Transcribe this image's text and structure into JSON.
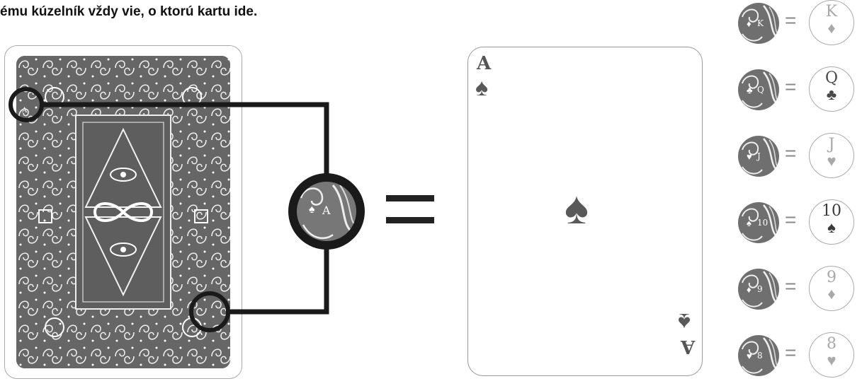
{
  "title": "ému kúzelník vždy vie, o ktorú kartu ide.",
  "front_card": {
    "rank": "A",
    "suit": "♠"
  },
  "marking": {
    "suit": "♠",
    "rank": "A"
  },
  "legend": [
    {
      "rank": "K",
      "suit": "♦",
      "mark_suit": "♦",
      "color": "#a9a9a9"
    },
    {
      "rank": "Q",
      "suit": "♣",
      "mark_suit": "♣",
      "color": "#4a4a4a"
    },
    {
      "rank": "J",
      "suit": "♥",
      "mark_suit": "♥",
      "color": "#a9a9a9"
    },
    {
      "rank": "10",
      "suit": "♠",
      "mark_suit": "♠",
      "color": "#3a3a3a"
    },
    {
      "rank": "9",
      "suit": "♦",
      "mark_suit": "♦",
      "color": "#a9a9a9"
    },
    {
      "rank": "8",
      "suit": "♥",
      "mark_suit": "♥",
      "color": "#a9a9a9"
    }
  ]
}
